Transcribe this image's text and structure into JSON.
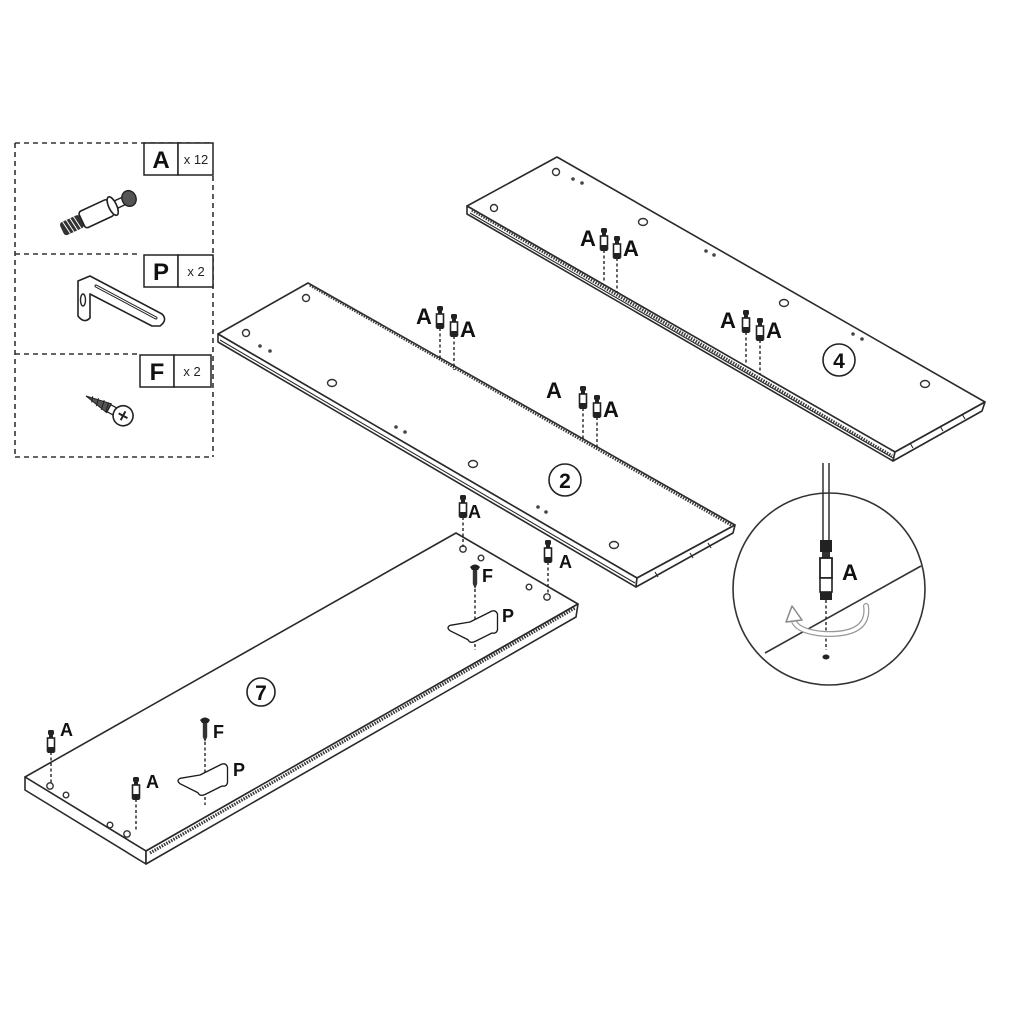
{
  "diagram": {
    "type": "furniture assembly instruction step",
    "parts_legend": [
      {
        "id": "A",
        "label": "A",
        "quantity": "x 12",
        "description": "cam bolt / dowel connector"
      },
      {
        "id": "P",
        "label": "P",
        "quantity": "x 2",
        "description": "L-shaped slotted bracket"
      },
      {
        "id": "F",
        "label": "F",
        "quantity": "x 2",
        "description": "screw"
      }
    ],
    "panels": [
      {
        "id": "panel-4",
        "number": "4",
        "attached_parts": [
          "A",
          "A",
          "A",
          "A"
        ]
      },
      {
        "id": "panel-2",
        "number": "2",
        "attached_parts": [
          "A",
          "A",
          "A",
          "A"
        ]
      },
      {
        "id": "panel-7",
        "number": "7",
        "attached_parts": [
          "A",
          "A",
          "A",
          "A",
          "F",
          "P",
          "F",
          "P"
        ]
      }
    ],
    "detail_callout": {
      "part_label": "A",
      "instruction_icon": "rotate-clockwise-arrow"
    },
    "labels": {
      "a": "A",
      "p": "P",
      "f": "F",
      "panel4": "4",
      "panel2": "2",
      "panel7": "7",
      "qty_a": "x 12",
      "qty_p": "x 2",
      "qty_f": "x 2"
    }
  }
}
